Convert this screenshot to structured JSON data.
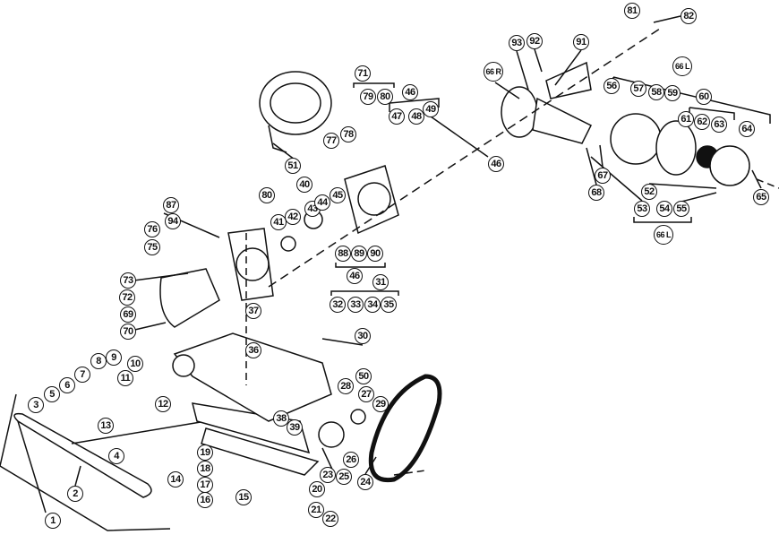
{
  "diagram": {
    "type": "exploded-parts-diagram",
    "callouts": [
      "81",
      "82",
      "93",
      "92",
      "91",
      "66 R",
      "71",
      "79",
      "80",
      "46",
      "47",
      "48",
      "49",
      "66 L",
      "56",
      "57",
      "58",
      "59",
      "60",
      "61",
      "62",
      "63",
      "64",
      "77",
      "78",
      "51",
      "46",
      "67",
      "65",
      "68",
      "52",
      "53",
      "54",
      "55",
      "66 L",
      "80",
      "40",
      "45",
      "43",
      "44",
      "41",
      "42",
      "87",
      "94",
      "76",
      "75",
      "88",
      "89",
      "90",
      "46",
      "31",
      "32",
      "33",
      "34",
      "35",
      "73",
      "72",
      "69",
      "70",
      "37",
      "30",
      "36",
      "9",
      "8",
      "10",
      "7",
      "11",
      "6",
      "5",
      "50",
      "28",
      "3",
      "12",
      "27",
      "29",
      "13",
      "38",
      "39",
      "19",
      "4",
      "18",
      "14",
      "17",
      "15",
      "16",
      "26",
      "23",
      "25",
      "24",
      "20",
      "2",
      "21",
      "22",
      "1"
    ]
  }
}
